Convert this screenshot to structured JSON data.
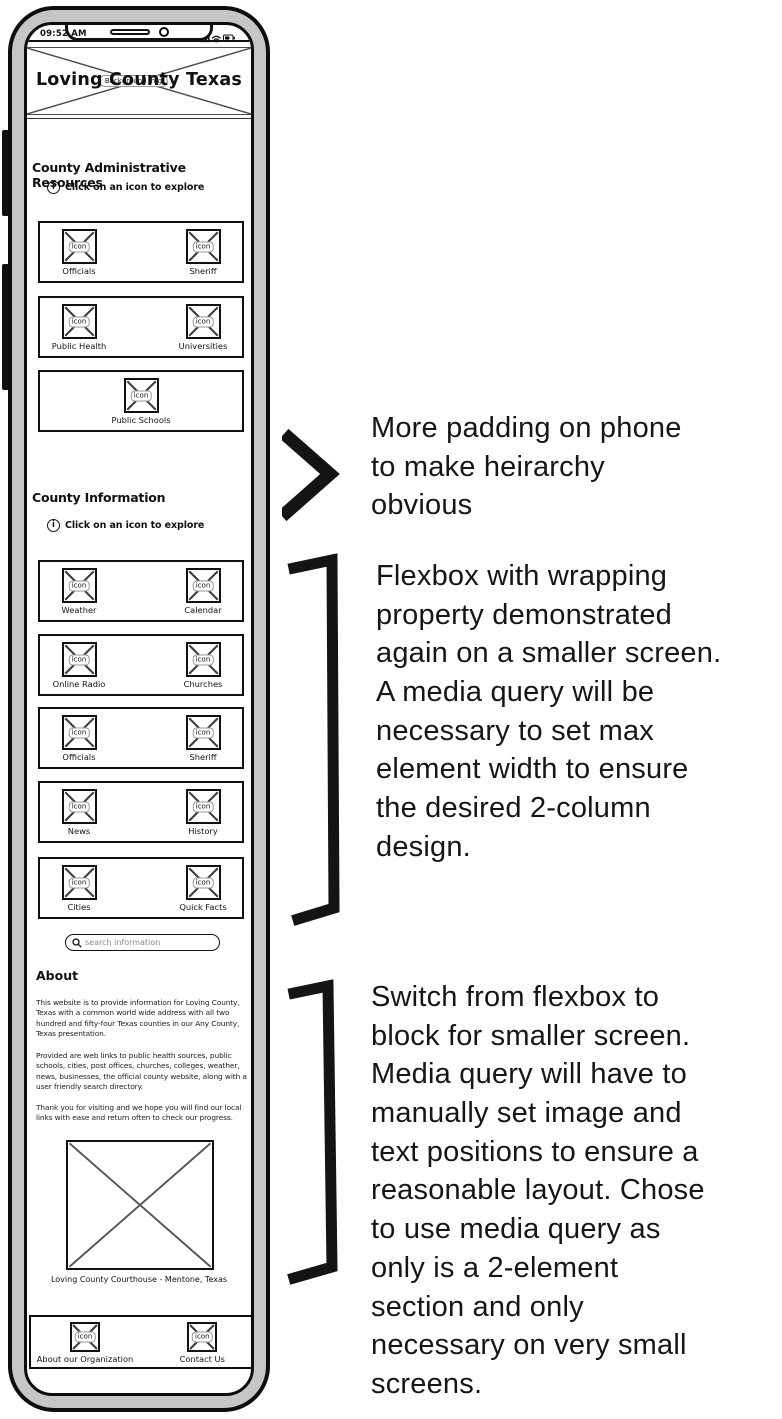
{
  "colors": {
    "ink": "#111111",
    "bezel": "#c6c6c6",
    "muted": "#8a8a8a"
  },
  "phone": {
    "status_bar": {
      "time": "09:52 AM"
    },
    "header": {
      "title": "Loving County Texas",
      "image_label": "Background img"
    },
    "icon_placeholder_text": "icon",
    "admin_section": {
      "heading": "County Administrative Resources",
      "hint": "Click on an icon to explore",
      "rows": [
        {
          "items": [
            {
              "label": "Officials"
            },
            {
              "label": "Sheriff"
            }
          ]
        },
        {
          "items": [
            {
              "label": "Public Health"
            },
            {
              "label": "Universities"
            }
          ]
        },
        {
          "items": [
            {
              "label": "Public Schools"
            }
          ]
        }
      ]
    },
    "info_section": {
      "heading": "County Information",
      "hint": "Click on an icon to explore",
      "rows": [
        {
          "items": [
            {
              "label": "Weather"
            },
            {
              "label": "Calendar"
            }
          ]
        },
        {
          "items": [
            {
              "label": "Online Radio"
            },
            {
              "label": "Churches"
            }
          ]
        },
        {
          "items": [
            {
              "label": "Officials"
            },
            {
              "label": "Sheriff"
            }
          ]
        },
        {
          "items": [
            {
              "label": "News"
            },
            {
              "label": "History"
            }
          ]
        },
        {
          "items": [
            {
              "label": "Cities"
            },
            {
              "label": "Quick Facts"
            }
          ]
        }
      ]
    },
    "search": {
      "placeholder": "search information"
    },
    "about": {
      "heading": "About",
      "paragraphs": [
        "This website is to provide information for Loving County, Texas with a common world wide address with all two hundred and fifty-four Texas counties in our Any County, Texas presentation.",
        "Provided are web links to public health sources, public schools, cities, post offices, churches, colleges, weather, news, businesses, the official county website, along with a user friendly search directory.",
        "Thank you for visiting and we hope you will find our local links with ease and return often to check our progress."
      ],
      "image_caption": "Loving County Courthouse - Mentone, Texas"
    },
    "footer": {
      "items": [
        {
          "label": "About our Organization"
        },
        {
          "label": "Contact Us"
        }
      ]
    }
  },
  "annotations": [
    {
      "text": "More padding on phone to make heirarchy obvious",
      "lines": [
        "More padding on phone",
        "to make heirarchy",
        "obvious"
      ]
    },
    {
      "text": "Flexbox with wrapping property demonstrated again on a smaller screen. A media query will be necessary to set max element width to ensure the desired 2-column design.",
      "lines": [
        "Flexbox with wrapping",
        "property demonstrated",
        "again on a smaller screen.",
        "A media query will be",
        "necessary to set max",
        "element width to ensure",
        "the desired 2-column",
        "design."
      ]
    },
    {
      "text": "Switch from flexbox to block for smaller screen. Media query will have to manually set image and text positions to ensure a reasonable layout. Chose to use media query as only is a 2-element section and only necessary on very small screens.",
      "lines": [
        "Switch from flexbox to",
        "block for smaller screen.",
        "Media query will have to",
        "manually set image and",
        "text positions to ensure a",
        "reasonable layout. Chose",
        "to use media query as",
        "only is a 2-element",
        "section and only",
        "necessary on very small",
        "screens."
      ]
    }
  ]
}
